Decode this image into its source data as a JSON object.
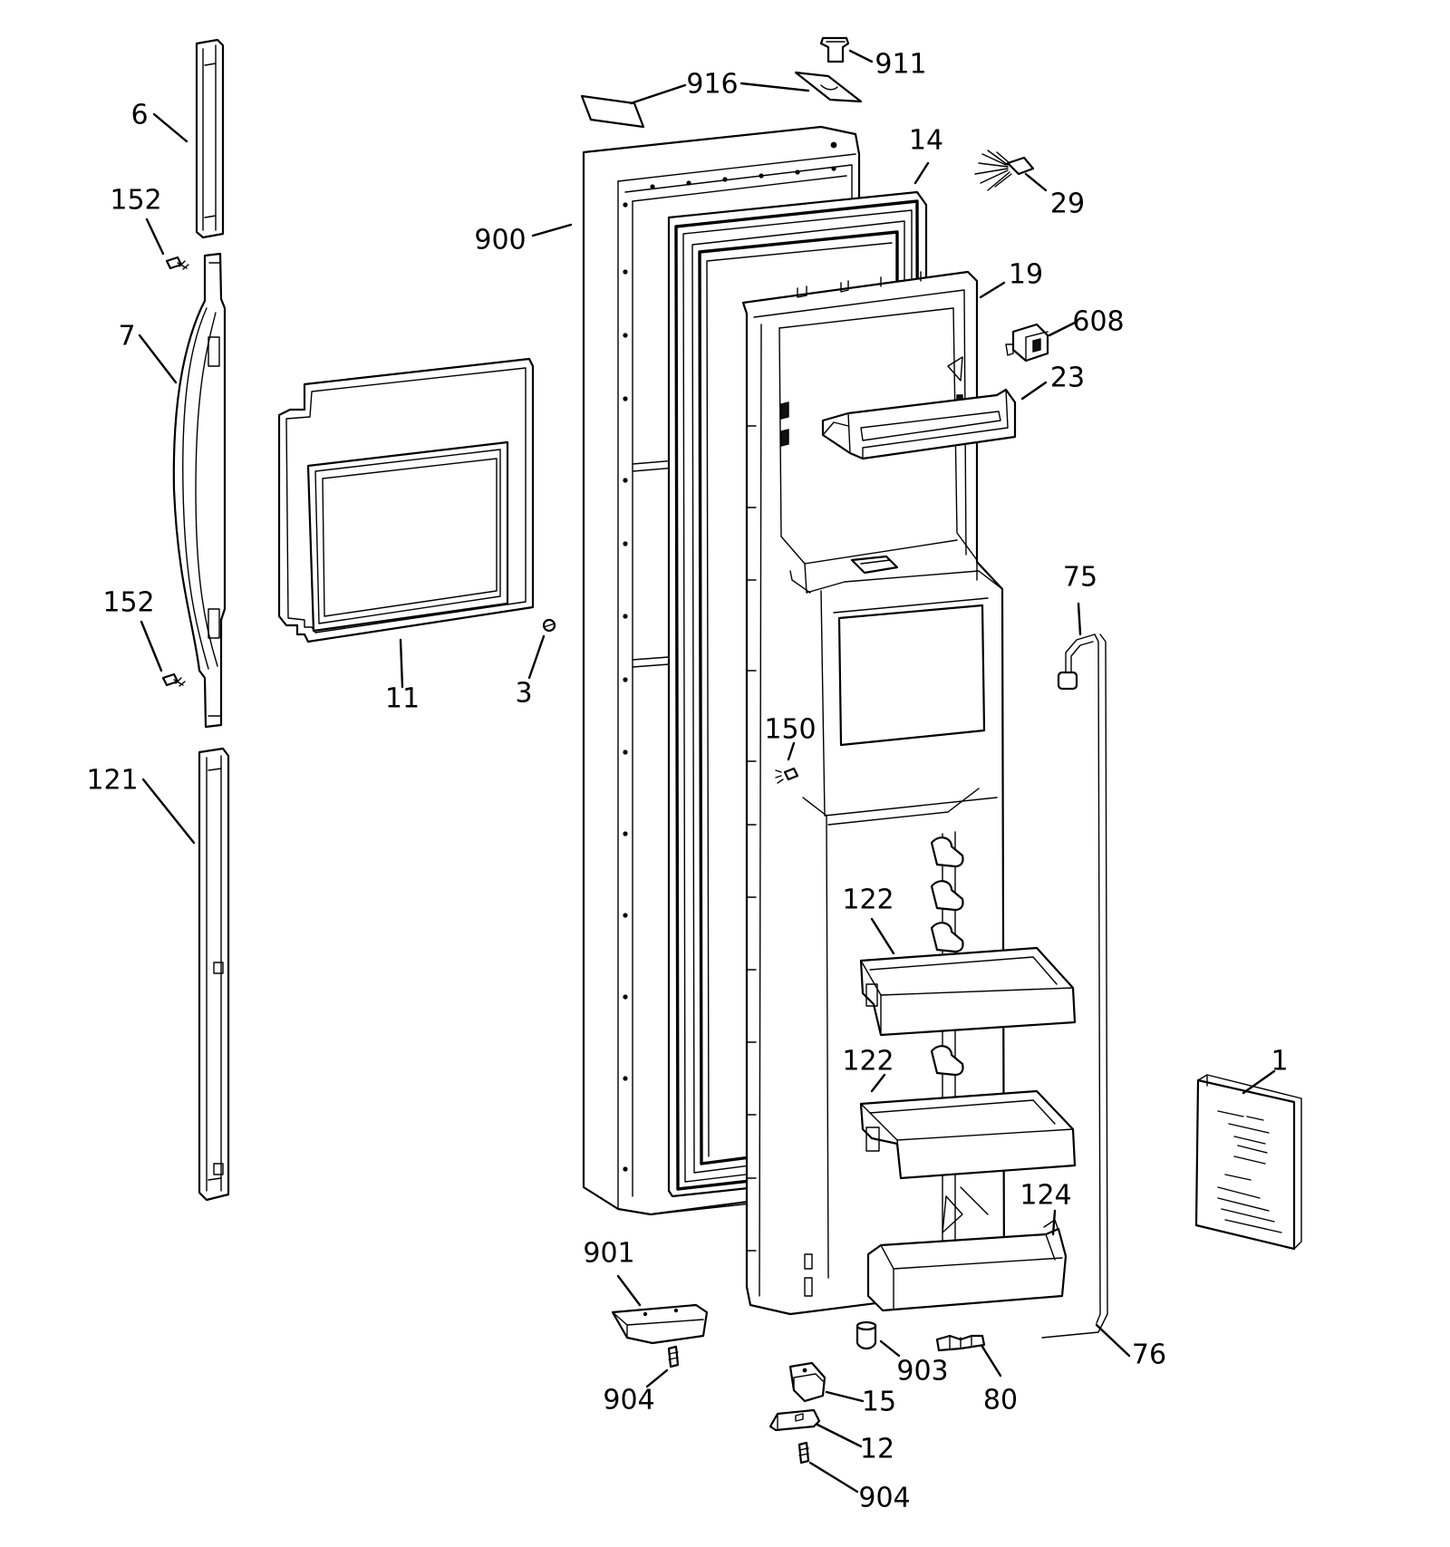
{
  "callouts": [
    {
      "id": "6",
      "text": "6"
    },
    {
      "id": "152a",
      "text": "152"
    },
    {
      "id": "7",
      "text": "7"
    },
    {
      "id": "152b",
      "text": "152"
    },
    {
      "id": "121",
      "text": "121"
    },
    {
      "id": "11",
      "text": "11"
    },
    {
      "id": "3",
      "text": "3"
    },
    {
      "id": "916",
      "text": "916"
    },
    {
      "id": "911",
      "text": "911"
    },
    {
      "id": "900",
      "text": "900"
    },
    {
      "id": "14",
      "text": "14"
    },
    {
      "id": "29",
      "text": "29"
    },
    {
      "id": "19",
      "text": "19"
    },
    {
      "id": "608",
      "text": "608"
    },
    {
      "id": "23",
      "text": "23"
    },
    {
      "id": "75",
      "text": "75"
    },
    {
      "id": "150",
      "text": "150"
    },
    {
      "id": "122a",
      "text": "122"
    },
    {
      "id": "122b",
      "text": "122"
    },
    {
      "id": "1",
      "text": "1"
    },
    {
      "id": "124",
      "text": "124"
    },
    {
      "id": "901",
      "text": "901"
    },
    {
      "id": "904a",
      "text": "904"
    },
    {
      "id": "903",
      "text": "903"
    },
    {
      "id": "80",
      "text": "80"
    },
    {
      "id": "76",
      "text": "76"
    },
    {
      "id": "15",
      "text": "15"
    },
    {
      "id": "12",
      "text": "12"
    },
    {
      "id": "904b",
      "text": "904"
    }
  ]
}
